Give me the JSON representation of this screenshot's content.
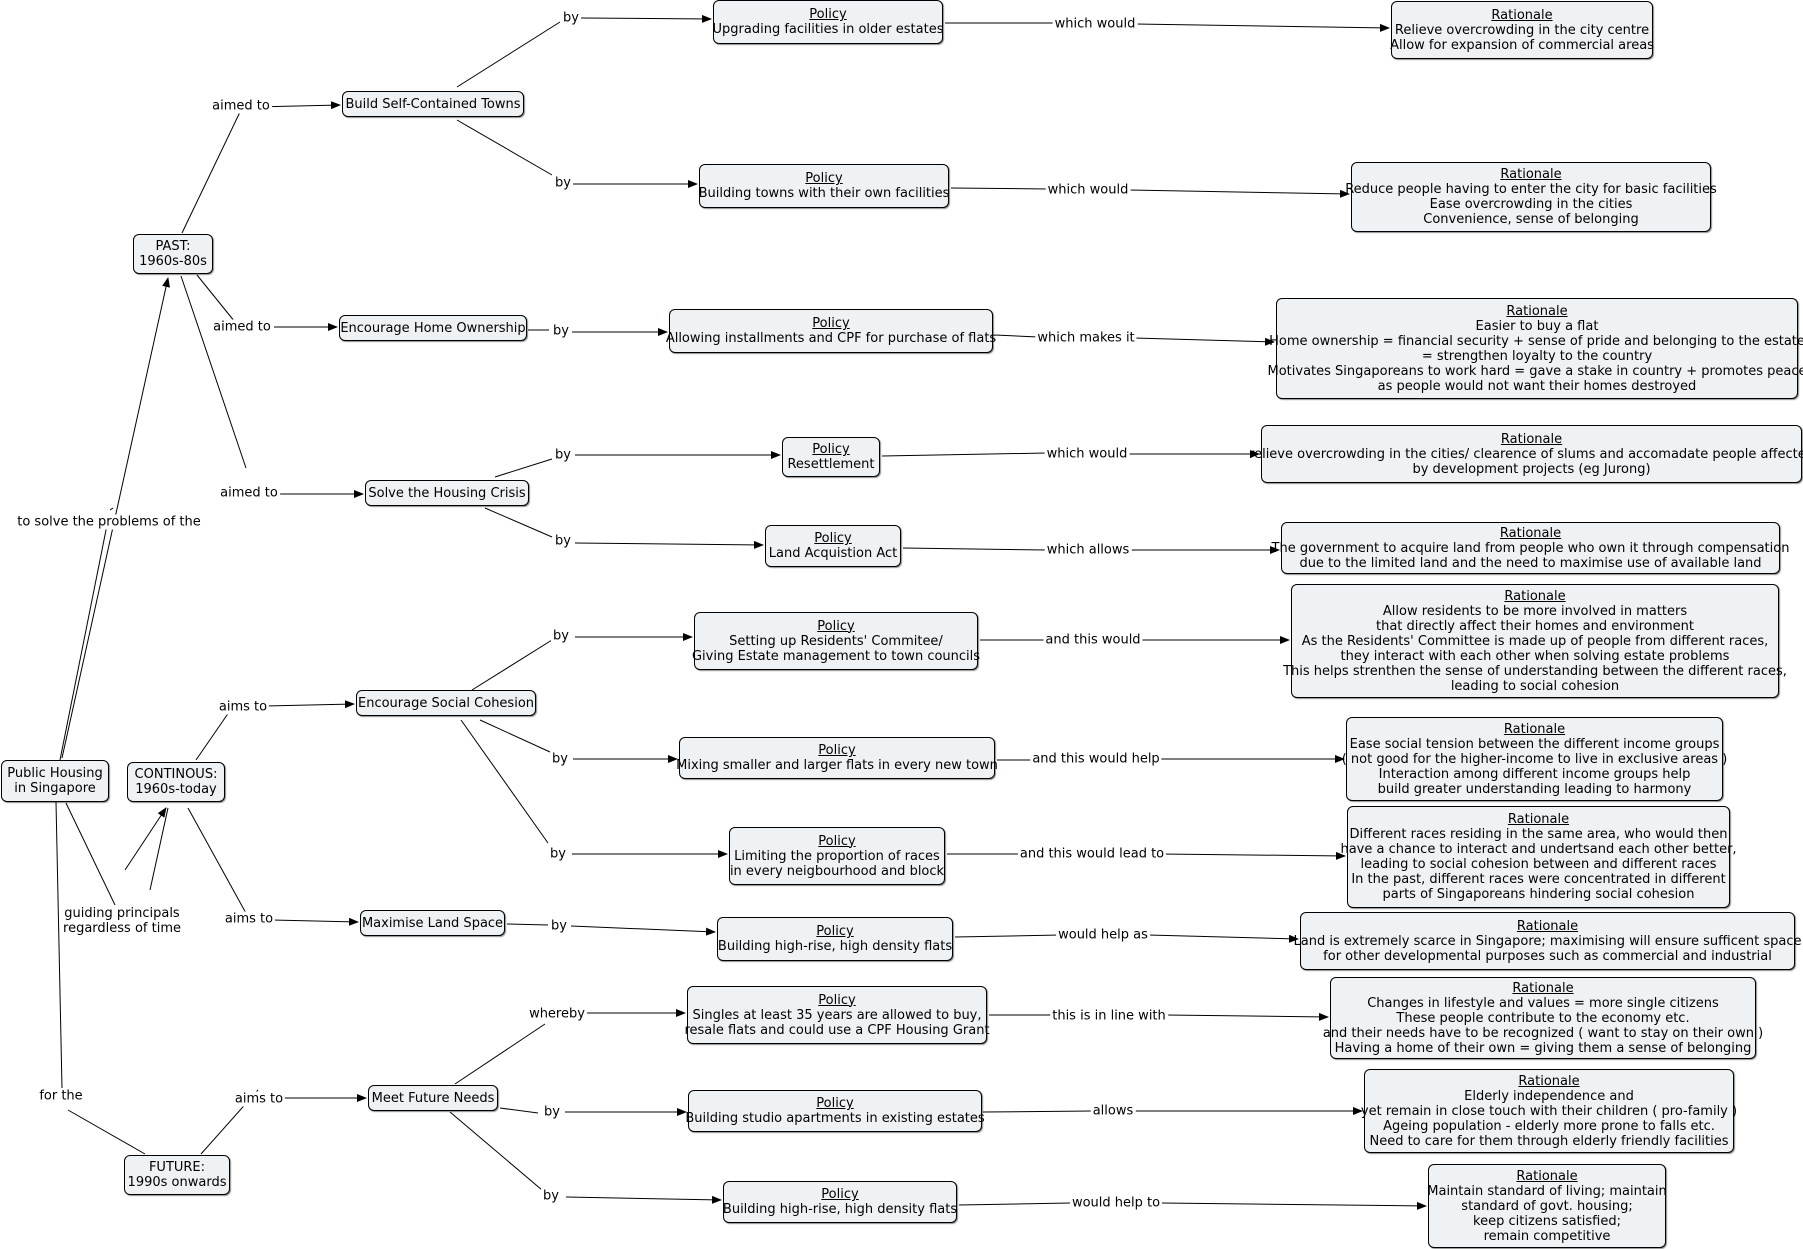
{
  "nodes": {
    "root": {
      "lines": [
        "Public Housing",
        "in Singapore"
      ]
    },
    "past": {
      "lines": [
        "PAST:",
        "1960s-80s"
      ]
    },
    "continuous": {
      "lines": [
        "CONTINOUS:",
        "1960s-today"
      ]
    },
    "future": {
      "lines": [
        "FUTURE:",
        "1990s onwards"
      ]
    },
    "build_towns": {
      "lines": [
        "Build Self-Contained Towns"
      ]
    },
    "home_ownership": {
      "lines": [
        "Encourage Home Ownership"
      ]
    },
    "housing_crisis": {
      "lines": [
        "Solve the Housing Crisis"
      ]
    },
    "social_cohesion": {
      "lines": [
        "Encourage Social Cohesion"
      ]
    },
    "land_space": {
      "lines": [
        "Maximise Land Space"
      ]
    },
    "future_needs": {
      "lines": [
        "Meet Future Needs"
      ]
    },
    "p1": {
      "header": "Policy",
      "lines": [
        "Upgrading facilities in older estates"
      ]
    },
    "p2": {
      "header": "Policy",
      "lines": [
        "Building towns with their own facilities"
      ]
    },
    "p3": {
      "header": "Policy",
      "lines": [
        "Allowing installments and CPF for purchase of flats"
      ]
    },
    "p4": {
      "header": "Policy",
      "lines": [
        "Resettlement"
      ]
    },
    "p5": {
      "header": "Policy",
      "lines": [
        "Land Acquistion Act"
      ]
    },
    "p6": {
      "header": "Policy",
      "lines": [
        "Setting up Residents' Commitee/",
        "Giving Estate management to town councils"
      ]
    },
    "p7": {
      "header": "Policy",
      "lines": [
        "Mixing smaller and larger flats in every new town"
      ]
    },
    "p8": {
      "header": "Policy",
      "lines": [
        "Limiting the proportion of races",
        "in every neigbourhood and block"
      ]
    },
    "p9": {
      "header": "Policy",
      "lines": [
        "Building high-rise, high density flats"
      ]
    },
    "p10": {
      "header": "Policy",
      "lines": [
        "Singles at least 35 years are allowed to buy,",
        "resale flats and could use a CPF Housing Grant"
      ]
    },
    "p11": {
      "header": "Policy",
      "lines": [
        "Building studio apartments in existing estates"
      ]
    },
    "p12": {
      "header": "Policy",
      "lines": [
        "Building high-rise, high density flats"
      ]
    },
    "r1": {
      "header": "Rationale",
      "lines": [
        "Relieve overcrowding in the city centre",
        "Allow for expansion of commercial areas"
      ]
    },
    "r2": {
      "header": "Rationale",
      "lines": [
        "Reduce people having to enter the city for basic facilities",
        "Ease overcrowding in the cities",
        "Convenience, sense of belonging"
      ]
    },
    "r3": {
      "header": "Rationale",
      "lines": [
        "Easier to buy a flat",
        "Home ownership = financial security + sense of pride and belonging to the estate",
        "= strengthen loyalty to the country",
        "Motivates Singaporeans to work hard = gave a stake in country + promotes peace",
        "as people would not want their homes destroyed"
      ]
    },
    "r4": {
      "header": "Rationale",
      "lines": [
        "relieve overcrowding in the cities/ clearence of slums and accomadate people affected",
        "by development projects (eg Jurong)"
      ]
    },
    "r5": {
      "header": "Rationale",
      "lines": [
        "The government to acquire land from people who own it through compensation",
        "due to the limited land and the need to maximise use of available land"
      ]
    },
    "r6": {
      "header": "Rationale",
      "lines": [
        "Allow residents to be more involved in matters",
        "that directly affect their homes and environment",
        "As the Residents' Committee is made up of people from different races,",
        "they interact with each other when solving estate problems",
        "This helps strenthen the sense of understanding between the different races,",
        "leading to social cohesion"
      ]
    },
    "r7": {
      "header": "Rationale",
      "lines": [
        "Ease social tension between the different income groups",
        "( not good for the higher-income to live in exclusive areas )",
        "Interaction among different income groups help",
        "build greater understanding leading to harmony"
      ]
    },
    "r8": {
      "header": "Rationale",
      "lines": [
        "Different races residing in the same area, who would then",
        "have a chance to interact and undertsand each other better,",
        "leading to social cohesion between and different races",
        "In the past, different races were concentrated in different",
        "parts of Singaporeans hindering social cohesion"
      ]
    },
    "r9": {
      "header": "Rationale",
      "lines": [
        "Land is extremely scarce in Singapore; maximising will ensure sufficent space",
        "for other developmental purposes such as commercial and industrial"
      ]
    },
    "r10": {
      "header": "Rationale",
      "lines": [
        "Changes in lifestyle and values = more single citizens",
        "These people contribute to the economy etc.",
        "and their needs have to be recognized ( want to stay on their own )",
        "Having a home of their own = giving them a sense of belonging"
      ]
    },
    "r11": {
      "header": "Rationale",
      "lines": [
        "Elderly independence and",
        "yet remain in close touch with their children ( pro-family )",
        "Ageing population - elderly more prone to falls etc.",
        "Need to care for them through elderly friendly facilities"
      ]
    },
    "r12": {
      "header": "Rationale",
      "lines": [
        "Maintain standard of living; maintain",
        "standard of govt. housing;",
        "keep citizens satisfied;",
        "remain competitive"
      ]
    }
  },
  "links": {
    "to_solve": "to solve the problems of the",
    "guiding": [
      "guiding principals",
      "regardless of time"
    ],
    "for_the": "for the",
    "aimed_to_1": "aimed to",
    "aimed_to_2": "aimed to",
    "aimed_to_3": "aimed to",
    "aims_to_1": "aims to",
    "aims_to_2": "aims to",
    "aims_to_3": "aims to",
    "by_1": "by",
    "by_2": "by",
    "by_3": "by",
    "by_4": "by",
    "by_5": "by",
    "by_6": "by",
    "by_7": "by",
    "by_8": "by",
    "by_9": "by",
    "whereby": "whereby",
    "by_11": "by",
    "by_12": "by",
    "which_would_1": "which would",
    "which_would_2": "which would",
    "which_makes_it": "which makes it",
    "which_would_3": "which would",
    "which_allows": "which allows",
    "and_this_would": "and this would",
    "and_this_would_help": "and this would help",
    "and_this_would_lead_to": "and this would lead to",
    "would_help_as": "would help as",
    "in_line_with": "this is in line with",
    "allows": "allows",
    "would_help_to": "would help to"
  }
}
